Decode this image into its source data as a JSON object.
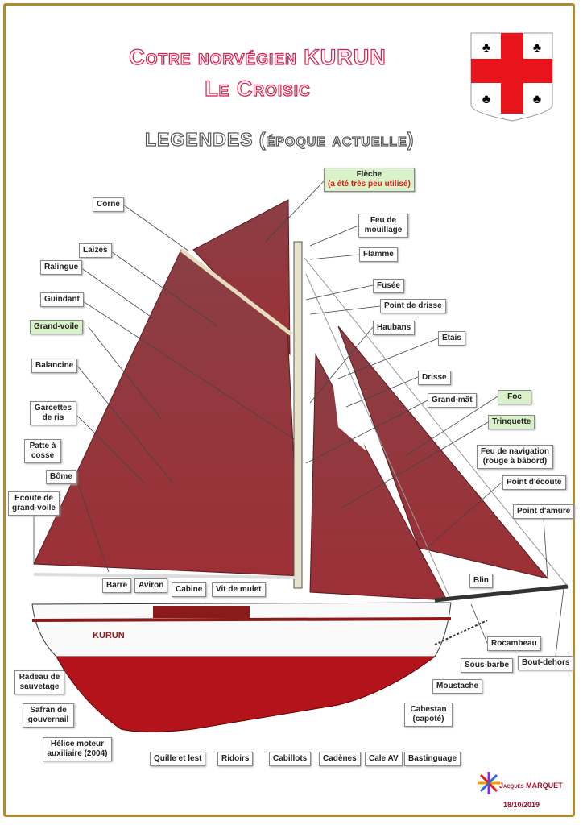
{
  "title": {
    "line1": "Cotre norvégien KURUN",
    "line2": "Le Croisic",
    "legend": "LEGENDES (époque actuelle)"
  },
  "boat_name": "KURUN",
  "labels": {
    "fleche": "Flèche",
    "fleche_note": "(a été très peu utilisé)",
    "corne": "Corne",
    "feu_mouillage": "Feu de mouillage",
    "flamme": "Flamme",
    "laizes": "Laizes",
    "ralingue": "Ralingue",
    "fusee": "Fusée",
    "point_drisse": "Point de drisse",
    "guindant": "Guindant",
    "grand_voile": "Grand-voile",
    "haubans": "Haubans",
    "etais": "Etais",
    "balancine": "Balancine",
    "drisse": "Drisse",
    "garcettes": "Garcettes de ris",
    "grand_mat": "Grand-mât",
    "foc": "Foc",
    "trinquette": "Trinquette",
    "patte": "Patte à cosse",
    "feu_nav": "Feu de navigation",
    "feu_nav2": "(rouge à bâbord)",
    "bome": "Bôme",
    "point_ecoute": "Point d'écoute",
    "ecoute": "Ecoute de grand-voile",
    "point_amure": "Point d'amure",
    "barre": "Barre",
    "aviron": "Aviron",
    "cabine": "Cabine",
    "vit": "Vit de mulet",
    "blin": "Blin",
    "rocambeau": "Rocambeau",
    "sous_barbe": "Sous-barbe",
    "bout_dehors": "Bout-dehors",
    "moustache": "Moustache",
    "radeau": "Radeau de sauvetage",
    "safran": "Safran de gouvernail",
    "cabestan": "Cabestan (capoté)",
    "helice": "Hélice moteur auxiliaire (2004)",
    "quille": "Quille et lest",
    "ridoirs": "Ridoirs",
    "cabillots": "Cabillots",
    "cadenes": "Cadènes",
    "cale": "Cale AV",
    "bastinguage": "Bastinguage"
  },
  "author": "Jacques MARQUET",
  "date": "18/10/2019",
  "colors": {
    "sail": "#8f3a3f",
    "hull_red": "#b3141c",
    "title": "#d8204c"
  }
}
